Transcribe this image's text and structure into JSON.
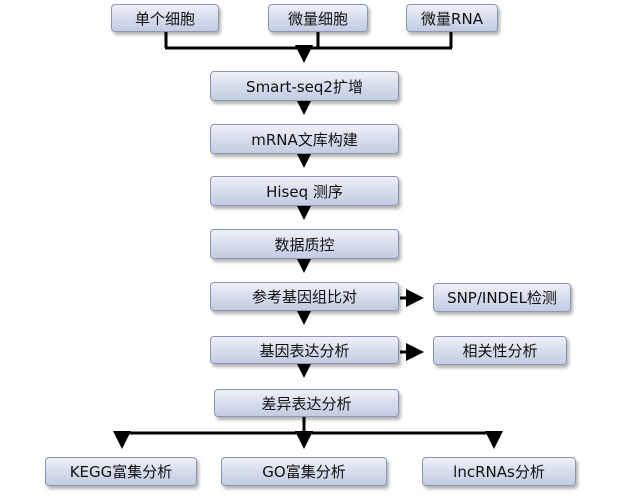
{
  "sources": [
    "单个细胞",
    "微量细胞",
    "微量RNA"
  ],
  "steps": [
    "Smart-seq2扩增",
    "mRNA文库构建",
    "Hiseq 测序",
    "数据质控",
    "参考基因组比对",
    "基因表达分析",
    "差异表达分析"
  ],
  "side_outputs": [
    "SNP/INDEL检测",
    "相关性分析"
  ],
  "final_outputs": [
    "KEGG富集分析",
    "GO富集分析",
    "lncRNAs分析"
  ],
  "colors": {
    "box_top": "#eef1f8",
    "box_bottom": "#c3cce2",
    "border": "#8a97b3",
    "line": "#000000"
  }
}
